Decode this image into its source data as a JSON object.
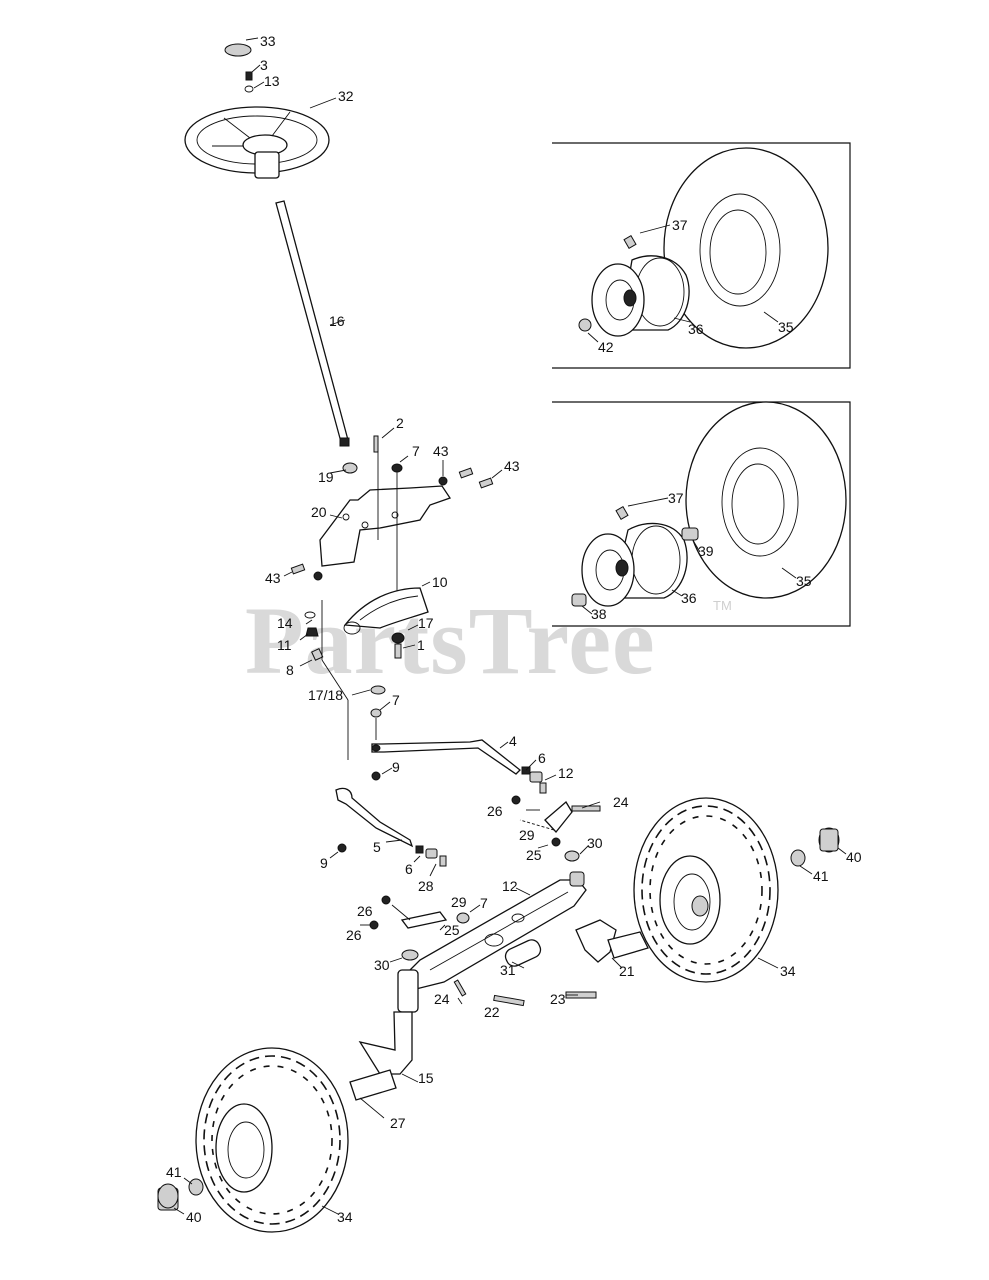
{
  "watermark": {
    "brand": "PartsTree",
    "tm": "TM"
  },
  "inset_top": {
    "labels": [
      "37",
      "42",
      "36",
      "35"
    ]
  },
  "inset_bottom": {
    "labels": [
      "37",
      "39",
      "38",
      "36",
      "35"
    ]
  },
  "callouts": [
    "33",
    "3",
    "13",
    "32",
    "16",
    "2",
    "7",
    "43",
    "43",
    "19",
    "20",
    "43",
    "10",
    "14",
    "17",
    "11",
    "1",
    "8",
    "17/18",
    "7",
    "4",
    "6",
    "9",
    "12",
    "26",
    "24",
    "29",
    "25",
    "30",
    "5",
    "9",
    "6",
    "12",
    "28",
    "29",
    "7",
    "26",
    "25",
    "26",
    "30",
    "31",
    "24",
    "22",
    "23",
    "21",
    "34",
    "41",
    "40",
    "15",
    "27",
    "41",
    "40",
    "34"
  ]
}
